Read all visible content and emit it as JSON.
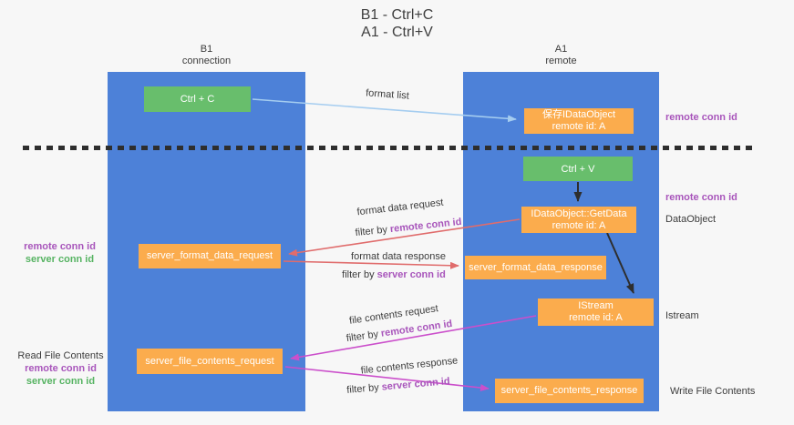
{
  "title": {
    "line1": "B1 - Ctrl+C",
    "line2": "A1 - Ctrl+V"
  },
  "columns": {
    "left": {
      "line1": "B1",
      "line2": "connection"
    },
    "right": {
      "line1": "A1",
      "line2": "remote"
    }
  },
  "boxes": {
    "ctrl_c": {
      "label": "Ctrl + C"
    },
    "ctrl_v": {
      "label": "Ctrl + V"
    },
    "saved_dataobject": {
      "line1": "保存IDataObject",
      "line2": "remote id: A"
    },
    "getdata": {
      "line1": "IDataObject::GetData",
      "line2": "remote id: A"
    },
    "istream": {
      "line1": "IStream",
      "line2": "remote id: A"
    },
    "server_format_data_request": {
      "label": "server_format_data_request"
    },
    "server_format_data_response": {
      "label": "server_format_data_response"
    },
    "server_file_contents_request": {
      "label": "server_file_contents_request"
    },
    "server_file_contents_response": {
      "label": "server_file_contents_response"
    }
  },
  "labels": {
    "format_list": "format list",
    "format_data_request": "format data request",
    "format_data_response": "format data response",
    "file_contents_request": "file contents request",
    "file_contents_response": "file contents response",
    "filter_by": "filter by",
    "remote_conn_id": "remote conn id",
    "server_conn_id": "server conn id",
    "read_file_contents": "Read File Contents",
    "write_file_contents": "Write File Contents",
    "dataobject": "DataObject",
    "istream": "Istream"
  },
  "colors": {
    "background": "#f7f7f7",
    "column_blue": "#4d81d8",
    "box_orange": "#fbac4d",
    "box_green": "#68be6c",
    "arrow_red": "#e06c6c",
    "arrow_magenta": "#cb4fcb",
    "arrow_light_blue": "#a5cdf0",
    "arrow_black": "#2e2e2e",
    "text_purple": "#a855bb",
    "text_green": "#56b362",
    "text_dark": "#3c3c3c"
  }
}
